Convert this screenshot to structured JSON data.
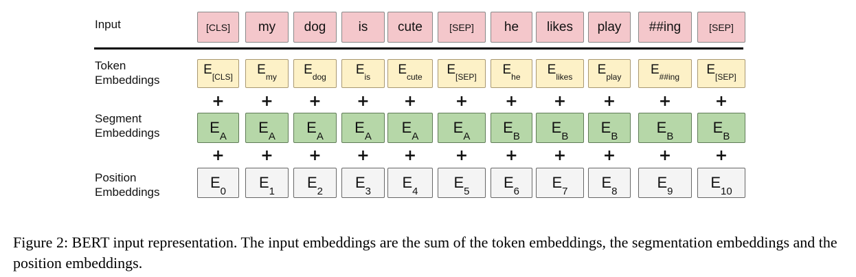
{
  "rows": {
    "input": "Input",
    "token": "Token\nEmbeddings",
    "segment": "Segment\nEmbeddings",
    "position": "Position\nEmbeddings"
  },
  "tokens": [
    "[CLS]",
    "my",
    "dog",
    "is",
    "cute",
    "[SEP]",
    "he",
    "likes",
    "play",
    "##ing",
    "[SEP]"
  ],
  "token_embeddings": [
    {
      "base": "E",
      "sub": "[CLS]"
    },
    {
      "base": "E",
      "sub": "my"
    },
    {
      "base": "E",
      "sub": "dog"
    },
    {
      "base": "E",
      "sub": "is"
    },
    {
      "base": "E",
      "sub": "cute"
    },
    {
      "base": "E",
      "sub": "[SEP]"
    },
    {
      "base": "E",
      "sub": "he"
    },
    {
      "base": "E",
      "sub": "likes"
    },
    {
      "base": "E",
      "sub": "play"
    },
    {
      "base": "E",
      "sub": "##ing"
    },
    {
      "base": "E",
      "sub": "[SEP]"
    }
  ],
  "segment_embeddings": [
    {
      "base": "E",
      "sub": "A"
    },
    {
      "base": "E",
      "sub": "A"
    },
    {
      "base": "E",
      "sub": "A"
    },
    {
      "base": "E",
      "sub": "A"
    },
    {
      "base": "E",
      "sub": "A"
    },
    {
      "base": "E",
      "sub": "A"
    },
    {
      "base": "E",
      "sub": "B"
    },
    {
      "base": "E",
      "sub": "B"
    },
    {
      "base": "E",
      "sub": "B"
    },
    {
      "base": "E",
      "sub": "B"
    },
    {
      "base": "E",
      "sub": "B"
    }
  ],
  "position_embeddings": [
    {
      "base": "E",
      "sub": "0"
    },
    {
      "base": "E",
      "sub": "1"
    },
    {
      "base": "E",
      "sub": "2"
    },
    {
      "base": "E",
      "sub": "3"
    },
    {
      "base": "E",
      "sub": "4"
    },
    {
      "base": "E",
      "sub": "5"
    },
    {
      "base": "E",
      "sub": "6"
    },
    {
      "base": "E",
      "sub": "7"
    },
    {
      "base": "E",
      "sub": "8"
    },
    {
      "base": "E",
      "sub": "9"
    },
    {
      "base": "E",
      "sub": "10"
    }
  ],
  "operator": "+",
  "caption": "Figure 2: BERT input representation. The input embeddings are the sum of the token embeddings, the segmentation embeddings and the position embeddings.",
  "colors": {
    "input": "#f4c7cb",
    "token": "#fdf1c7",
    "segment": "#b6d7a8",
    "position": "#f4f4f4"
  }
}
